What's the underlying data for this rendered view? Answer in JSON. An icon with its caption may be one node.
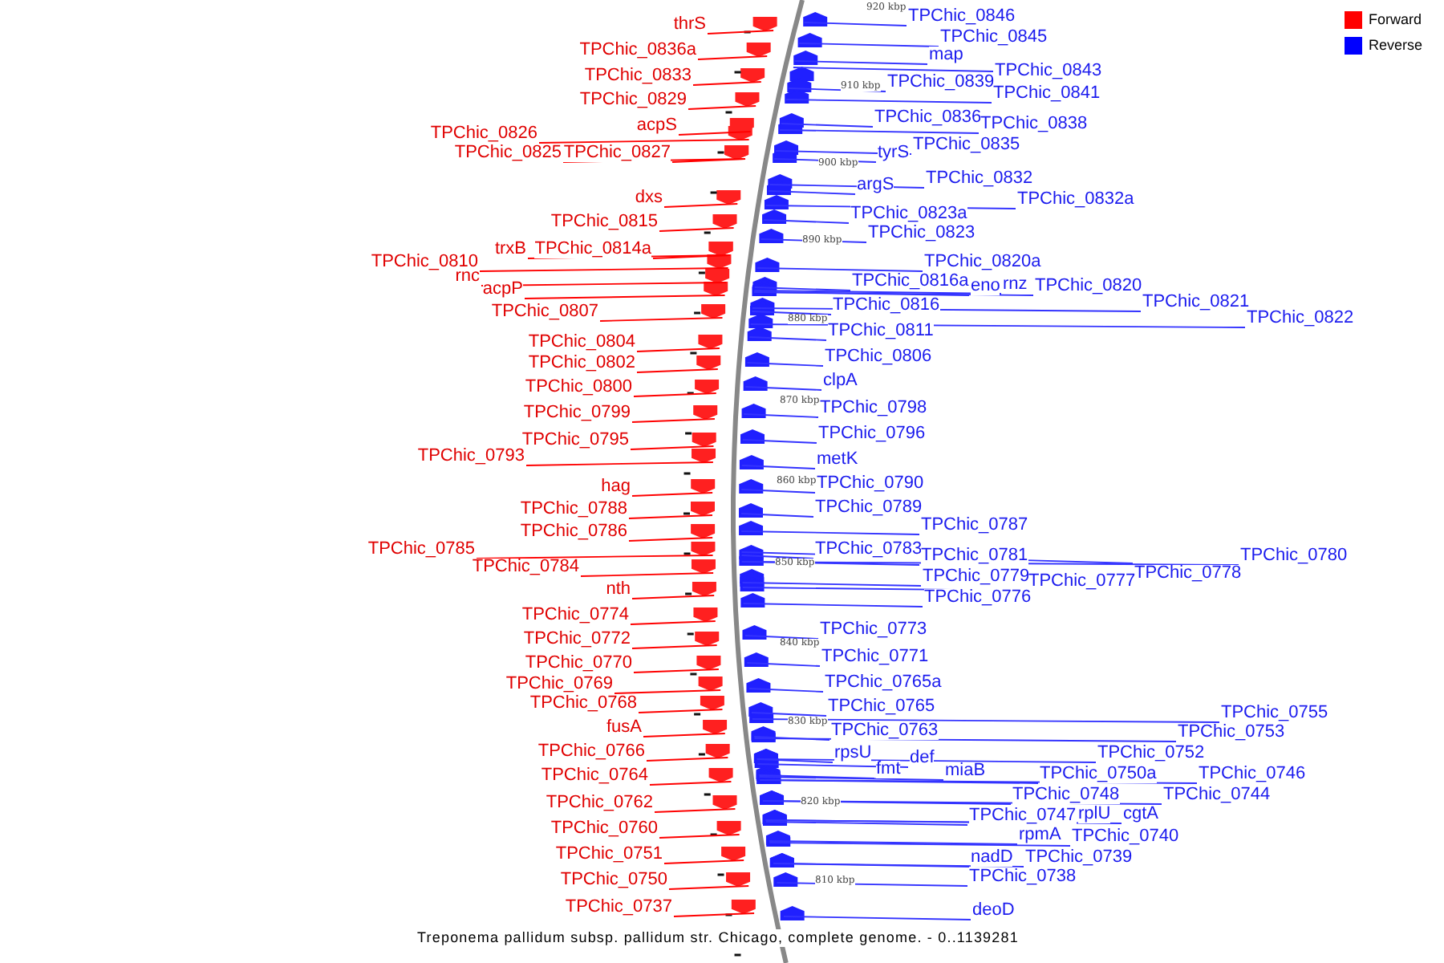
{
  "diagram": {
    "caption": "Treponema pallidum subsp. pallidum str. Chicago, complete genome. - 0..1139281",
    "nodes": [
      {
        "text": [
          "thrS"
        ]
      },
      {
        "text": [
          "TPChic_0836a"
        ]
      },
      {
        "text": [
          "TPChic_0833"
        ]
      },
      {
        "text": [
          "TPChic_0829"
        ]
      },
      {
        "text": [
          "acpS"
        ]
      },
      {
        "text": [
          "TPChic_0826"
        ]
      },
      {
        "text": [
          "TPChic_0825"
        ]
      },
      {
        "text": [
          "TPChic_0827"
        ]
      },
      {
        "text": [
          "dxs"
        ]
      },
      {
        "text": [
          "TPChic_0815"
        ]
      },
      {
        "text": [
          "trxB"
        ]
      },
      {
        "text": [
          "TPChic_0814a"
        ]
      },
      {
        "text": [
          "TPChic_0810"
        ]
      },
      {
        "text": [
          "rnc"
        ]
      },
      {
        "text": [
          "acpP"
        ]
      },
      {
        "text": [
          "TPChic_0807"
        ]
      },
      {
        "text": [
          "TPChic_0804"
        ]
      },
      {
        "text": [
          "TPChic_0802"
        ]
      },
      {
        "text": [
          "TPChic_0800"
        ]
      },
      {
        "text": [
          "TPChic_0799"
        ]
      },
      {
        "text": [
          "TPChic_0795"
        ]
      },
      {
        "text": [
          "TPChic_0793"
        ]
      },
      {
        "text": [
          "hag"
        ]
      },
      {
        "text": [
          "TPChic_0788"
        ]
      },
      {
        "text": [
          "TPChic_0786"
        ]
      },
      {
        "text": [
          "TPChic_0785"
        ]
      },
      {
        "text": [
          "TPChic_0784"
        ]
      },
      {
        "text": [
          "nth"
        ]
      },
      {
        "text": [
          "TPChic_0774"
        ]
      },
      {
        "text": [
          "TPChic_0772"
        ]
      },
      {
        "text": [
          "TPChic_0770"
        ]
      },
      {
        "text": [
          "TPChic_0769"
        ]
      },
      {
        "text": [
          "TPChic_0768"
        ]
      },
      {
        "text": [
          "fusA"
        ]
      },
      {
        "text": [
          "TPChic_0766"
        ]
      },
      {
        "text": [
          "TPChic_0764"
        ]
      },
      {
        "text": [
          "TPChic_0762"
        ]
      },
      {
        "text": [
          "TPChic_0760"
        ]
      },
      {
        "text": [
          "TPChic_0751"
        ]
      },
      {
        "text": [
          "TPChic_0750"
        ]
      },
      {
        "text": [
          "TPChic_0737"
        ]
      },
      {
        "text": [
          "TPChic_0846"
        ]
      },
      {
        "text": [
          "TPChic_0845"
        ]
      },
      {
        "text": [
          "map"
        ]
      },
      {
        "text": [
          "TPChic_0843"
        ]
      },
      {
        "text": [
          "TPChic_0839"
        ]
      },
      {
        "text": [
          "TPChic_0841"
        ]
      },
      {
        "text": [
          "TPChic_0836"
        ]
      },
      {
        "text": [
          "TPChic_0838"
        ]
      },
      {
        "text": [
          "TPChic_0835"
        ]
      },
      {
        "text": [
          "tyrS"
        ]
      },
      {
        "text": [
          "TPChic_0832"
        ]
      },
      {
        "text": [
          "argS"
        ]
      },
      {
        "text": [
          "TPChic_0832a"
        ]
      },
      {
        "text": [
          "TPChic_0823a"
        ]
      },
      {
        "text": [
          "TPChic_0823"
        ]
      },
      {
        "text": [
          "TPChic_0820a"
        ]
      },
      {
        "text": [
          "TPChic_0816a"
        ]
      },
      {
        "text": [
          "eno"
        ]
      },
      {
        "text": [
          "rnz"
        ]
      },
      {
        "text": [
          "TPChic_0820"
        ]
      },
      {
        "text": [
          "TPChic_0821"
        ]
      },
      {
        "text": [
          "TPChic_0816"
        ]
      },
      {
        "text": [
          "TPChic_0822"
        ]
      },
      {
        "text": [
          "TPChic_0811"
        ]
      },
      {
        "text": [
          "TPChic_0806"
        ]
      },
      {
        "text": [
          "clpA"
        ]
      },
      {
        "text": [
          "TPChic_0798"
        ]
      },
      {
        "text": [
          "TPChic_0796"
        ]
      },
      {
        "text": [
          "metK"
        ]
      },
      {
        "text": [
          "TPChic_0790"
        ]
      },
      {
        "text": [
          "TPChic_0789"
        ]
      },
      {
        "text": [
          "TPChic_0787"
        ]
      },
      {
        "text": [
          "TPChic_0783"
        ]
      },
      {
        "text": [
          "TPChic_0781"
        ]
      },
      {
        "text": [
          "TPChic_0780"
        ]
      },
      {
        "text": [
          "TPChic_0778"
        ]
      },
      {
        "text": [
          "TPChic_0779"
        ]
      },
      {
        "text": [
          "TPChic_0777"
        ]
      },
      {
        "text": [
          "TPChic_0776"
        ]
      },
      {
        "text": [
          "TPChic_0773"
        ]
      },
      {
        "text": [
          "TPChic_0771"
        ]
      },
      {
        "text": [
          "TPChic_0765a"
        ]
      },
      {
        "text": [
          "TPChic_0765"
        ]
      },
      {
        "text": [
          "TPChic_0763"
        ]
      },
      {
        "text": [
          "TPChic_0755"
        ]
      },
      {
        "text": [
          "TPChic_0753"
        ]
      },
      {
        "text": [
          "rpsU"
        ]
      },
      {
        "text": [
          "def"
        ]
      },
      {
        "text": [
          "TPChic_0752"
        ]
      },
      {
        "text": [
          "fmt"
        ]
      },
      {
        "text": [
          "miaB"
        ]
      },
      {
        "text": [
          "TPChic_0750a"
        ]
      },
      {
        "text": [
          "TPChic_0746"
        ]
      },
      {
        "text": [
          "TPChic_0748"
        ]
      },
      {
        "text": [
          "TPChic_0744"
        ]
      },
      {
        "text": [
          "TPChic_0747"
        ]
      },
      {
        "text": [
          "rplU"
        ]
      },
      {
        "text": [
          "cgtA"
        ]
      },
      {
        "text": [
          "rpmA"
        ]
      },
      {
        "text": [
          "TPChic_0740"
        ]
      },
      {
        "text": [
          "nadD"
        ]
      },
      {
        "text": [
          "TPChic_0739"
        ]
      },
      {
        "text": [
          "TPChic_0738"
        ]
      },
      {
        "text": [
          "deoD"
        ]
      }
    ],
    "edges": [
      {
        "from": 0,
        "to": null,
        "arrow": "none",
        "color": "#ff0000"
      },
      {
        "from": 1,
        "to": null,
        "arrow": "none",
        "color": "#ff0000"
      },
      {
        "from": 2,
        "to": null,
        "arrow": "none",
        "color": "#ff0000"
      },
      {
        "from": 3,
        "to": null,
        "arrow": "none",
        "color": "#ff0000"
      },
      {
        "from": 4,
        "to": null,
        "arrow": "none",
        "color": "#ff0000"
      },
      {
        "from": 5,
        "to": null,
        "arrow": "none",
        "color": "#ff0000"
      },
      {
        "from": 6,
        "to": null,
        "arrow": "none",
        "color": "#ff0000"
      },
      {
        "from": 7,
        "to": null,
        "arrow": "none",
        "color": "#ff0000"
      },
      {
        "from": 8,
        "to": null,
        "arrow": "none",
        "color": "#ff0000"
      },
      {
        "from": 9,
        "to": null,
        "arrow": "none",
        "color": "#ff0000"
      },
      {
        "from": 10,
        "to": null,
        "arrow": "none",
        "color": "#ff0000"
      },
      {
        "from": 11,
        "to": null,
        "arrow": "none",
        "color": "#ff0000"
      },
      {
        "from": 12,
        "to": null,
        "arrow": "none",
        "color": "#ff0000"
      },
      {
        "from": 13,
        "to": null,
        "arrow": "none",
        "color": "#ff0000"
      },
      {
        "from": 14,
        "to": null,
        "arrow": "none",
        "color": "#ff0000"
      },
      {
        "from": 15,
        "to": null,
        "arrow": "none",
        "color": "#ff0000"
      },
      {
        "from": 16,
        "to": null,
        "arrow": "none",
        "color": "#ff0000"
      },
      {
        "from": 17,
        "to": null,
        "arrow": "none",
        "color": "#ff0000"
      },
      {
        "from": 18,
        "to": null,
        "arrow": "none",
        "color": "#ff0000"
      },
      {
        "from": 19,
        "to": null,
        "arrow": "none",
        "color": "#ff0000"
      },
      {
        "from": 20,
        "to": null,
        "arrow": "none",
        "color": "#ff0000"
      },
      {
        "from": 21,
        "to": null,
        "arrow": "none",
        "color": "#ff0000"
      },
      {
        "from": 22,
        "to": null,
        "arrow": "none",
        "color": "#ff0000"
      },
      {
        "from": 23,
        "to": null,
        "arrow": "none",
        "color": "#ff0000"
      },
      {
        "from": 24,
        "to": null,
        "arrow": "none",
        "color": "#ff0000"
      },
      {
        "from": 25,
        "to": null,
        "arrow": "none",
        "color": "#ff0000"
      },
      {
        "from": 26,
        "to": null,
        "arrow": "none",
        "color": "#ff0000"
      },
      {
        "from": 27,
        "to": null,
        "arrow": "none",
        "color": "#ff0000"
      },
      {
        "from": 28,
        "to": null,
        "arrow": "none",
        "color": "#ff0000"
      },
      {
        "from": 29,
        "to": null,
        "arrow": "none",
        "color": "#ff0000"
      },
      {
        "from": 30,
        "to": null,
        "arrow": "none",
        "color": "#ff0000"
      },
      {
        "from": 31,
        "to": null,
        "arrow": "none",
        "color": "#ff0000"
      },
      {
        "from": 32,
        "to": null,
        "arrow": "none",
        "color": "#ff0000"
      },
      {
        "from": 33,
        "to": null,
        "arrow": "none",
        "color": "#ff0000"
      },
      {
        "from": 34,
        "to": null,
        "arrow": "none",
        "color": "#ff0000"
      },
      {
        "from": 35,
        "to": null,
        "arrow": "none",
        "color": "#ff0000"
      },
      {
        "from": 36,
        "to": null,
        "arrow": "none",
        "color": "#ff0000"
      },
      {
        "from": 37,
        "to": null,
        "arrow": "none",
        "color": "#ff0000"
      },
      {
        "from": 38,
        "to": null,
        "arrow": "none",
        "color": "#ff0000"
      },
      {
        "from": 39,
        "to": null,
        "arrow": "none",
        "color": "#ff0000"
      },
      {
        "from": 40,
        "to": null,
        "arrow": "none",
        "color": "#ff0000"
      },
      {
        "from": 41,
        "to": null,
        "arrow": "none"
      },
      {
        "from": 42,
        "to": null,
        "arrow": "none"
      },
      {
        "from": 43,
        "to": null,
        "arrow": "none"
      },
      {
        "from": 44,
        "to": null,
        "arrow": "none"
      },
      {
        "from": 45,
        "to": null,
        "arrow": "none"
      },
      {
        "from": 46,
        "to": null,
        "arrow": "none"
      },
      {
        "from": 47,
        "to": null,
        "arrow": "none"
      },
      {
        "from": 48,
        "to": null,
        "arrow": "none"
      },
      {
        "from": 49,
        "to": null,
        "arrow": "none"
      },
      {
        "from": 50,
        "to": null,
        "arrow": "none"
      },
      {
        "from": 51,
        "to": null,
        "arrow": "none"
      },
      {
        "from": 52,
        "to": null,
        "arrow": "none"
      },
      {
        "from": 53,
        "to": null,
        "arrow": "none"
      },
      {
        "from": 54,
        "to": null,
        "arrow": "none"
      },
      {
        "from": 55,
        "to": null,
        "arrow": "none"
      },
      {
        "from": 56,
        "to": null,
        "arrow": "none"
      },
      {
        "from": 57,
        "to": null,
        "arrow": "none"
      },
      {
        "from": 58,
        "to": null,
        "arrow": "none"
      },
      {
        "from": 59,
        "to": null,
        "arrow": "none"
      },
      {
        "from": 60,
        "to": null,
        "arrow": "none"
      },
      {
        "from": 61,
        "to": null,
        "arrow": "none"
      },
      {
        "from": 62,
        "to": null,
        "arrow": "none"
      },
      {
        "from": 63,
        "to": null,
        "arrow": "none"
      },
      {
        "from": 64,
        "to": null,
        "arrow": "none"
      },
      {
        "from": 65,
        "to": null,
        "arrow": "none"
      },
      {
        "from": 66,
        "to": null,
        "arrow": "none"
      },
      {
        "from": 67,
        "to": null,
        "arrow": "none"
      },
      {
        "from": 68,
        "to": null,
        "arrow": "none"
      },
      {
        "from": 69,
        "to": null,
        "arrow": "none"
      },
      {
        "from": 70,
        "to": null,
        "arrow": "none"
      },
      {
        "from": 71,
        "to": null,
        "arrow": "none"
      },
      {
        "from": 72,
        "to": null,
        "arrow": "none"
      },
      {
        "from": 73,
        "to": null,
        "arrow": "none"
      },
      {
        "from": 74,
        "to": null,
        "arrow": "none"
      },
      {
        "from": 75,
        "to": null,
        "arrow": "none"
      },
      {
        "from": 76,
        "to": null,
        "arrow": "none"
      },
      {
        "from": 77,
        "to": null,
        "arrow": "none"
      },
      {
        "from": 78,
        "to": null,
        "arrow": "none"
      },
      {
        "from": 79,
        "to": null,
        "arrow": "none"
      },
      {
        "from": 80,
        "to": null,
        "arrow": "none"
      },
      {
        "from": 81,
        "to": null,
        "arrow": "none"
      },
      {
        "from": 82,
        "to": null,
        "arrow": "none"
      },
      {
        "from": 83,
        "to": null,
        "arrow": "none"
      },
      {
        "from": 84,
        "to": null,
        "arrow": "none"
      },
      {
        "from": 85,
        "to": null,
        "arrow": "none"
      },
      {
        "from": 86,
        "to": null,
        "arrow": "none"
      },
      {
        "from": 87,
        "to": null,
        "arrow": "none"
      },
      {
        "from": 88,
        "to": null,
        "arrow": "none"
      },
      {
        "from": 89,
        "to": null,
        "arrow": "none"
      },
      {
        "from": 90,
        "to": null,
        "arrow": "none"
      },
      {
        "from": 91,
        "to": null,
        "arrow": "none"
      },
      {
        "from": 92,
        "to": null,
        "arrow": "none"
      },
      {
        "from": 93,
        "to": null,
        "arrow": "none"
      },
      {
        "from": 94,
        "to": null,
        "arrow": "none"
      },
      {
        "from": 95,
        "to": null,
        "arrow": "none"
      },
      {
        "from": 96,
        "to": null,
        "arrow": "none"
      },
      {
        "from": 97,
        "to": null,
        "arrow": "none"
      },
      {
        "from": 98,
        "to": null,
        "arrow": "none"
      },
      {
        "from": 99,
        "to": null,
        "arrow": "none"
      },
      {
        "from": 100,
        "to": null,
        "arrow": "none"
      },
      {
        "from": 101,
        "to": null,
        "arrow": "none"
      },
      {
        "from": 102,
        "to": null,
        "arrow": "none"
      },
      {
        "from": 103,
        "to": null,
        "arrow": "none"
      },
      {
        "from": 104,
        "to": null,
        "arrow": "none"
      }
    ],
    "labels": [
      "920 kbp",
      "910 kbp",
      "900 kbp",
      "890 kbp",
      "880 kbp",
      "870 kbp",
      "860 kbp",
      "850 kbp",
      "840 kbp",
      "830 kbp",
      "820 kbp",
      "810 kbp"
    ],
    "legend": [
      {
        "text": "Forward",
        "color": "#ff0000"
      },
      {
        "text": "Reverse",
        "color": "#0000ff"
      }
    ]
  }
}
